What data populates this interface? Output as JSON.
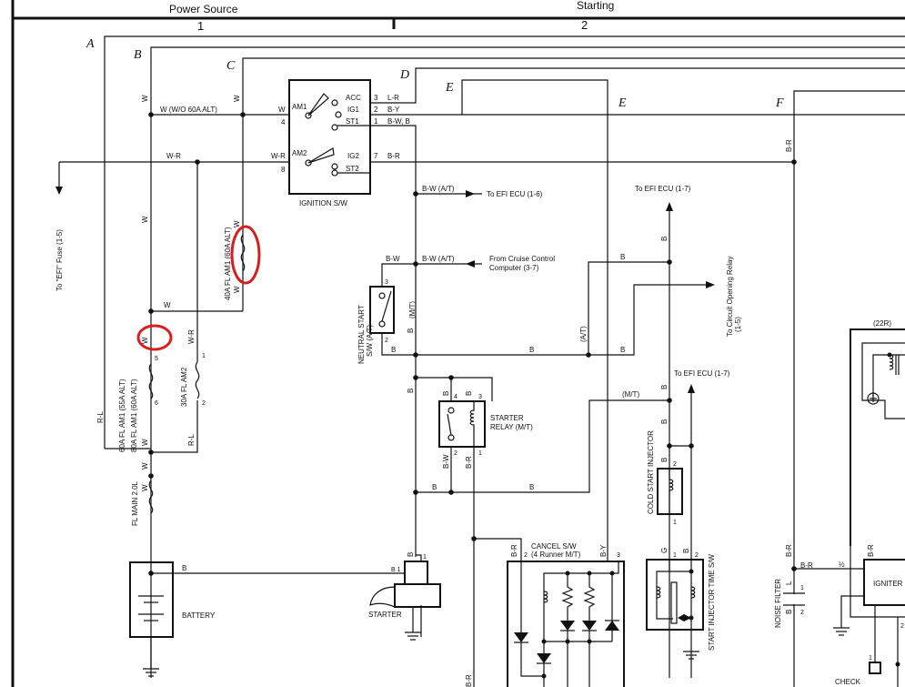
{
  "header": {
    "section_left": "Power Source",
    "section_right": "Starting",
    "column_1": "1",
    "column_2": "2"
  },
  "circuit_letters": [
    "A",
    "B",
    "C",
    "D",
    "E",
    "E",
    "F"
  ],
  "highlight_color": "#d42020",
  "ignition_switch": {
    "title": "IGNITION S/W",
    "am1": "AM1",
    "am2": "AM2",
    "acc": "ACC",
    "ig1": "IG1",
    "st1": "ST1",
    "ig2": "IG2",
    "st2": "ST2",
    "pins": {
      "acc": "3",
      "ig1": "2",
      "st1": "1",
      "ig2": "7",
      "am1": "4",
      "am2": "8"
    },
    "wires": {
      "acc": "L-R",
      "ig1": "B-Y",
      "st1": "B-W, B",
      "ig2": "B-R",
      "am1": "W",
      "am2": "W-R"
    }
  },
  "labels": {
    "w_wo_60a": "W (W/O 60A ALT)",
    "w": "W",
    "wr": "W-R",
    "rl": "R-L",
    "b": "B",
    "br": "B-R",
    "bw": "B-W",
    "by": "B-Y",
    "g": "G",
    "l": "L",
    "to_efi_fuse": "To \"EFI\" Fuse (1-5)",
    "fuse_40a": "40A FL AM1 (60A ALT)",
    "fuse_60a": "60A FL AM1 (55A ALT)",
    "fuse_80a": "80A FL AM1 (60A ALT)",
    "fuse_30a": "30A FL AM2",
    "fuse_main": "FL MAIN 2.0L",
    "battery": "BATTERY",
    "starter": "STARTER",
    "bw_at": "B-W (A/T)",
    "to_efi_ecu_16": "To EFI ECU (1-6)",
    "to_efi_ecu_17": "To EFI ECU (1-7)",
    "from_cruise_1": "From Cruise Control",
    "from_cruise_2": "Computer (3-7)",
    "neutral_start_1": "NEUTRAL START",
    "neutral_start_2": "S/W (A/T)",
    "mt": "(M/T)",
    "at": "(A/T)",
    "to_cor_1": "To Circuit Opening Relay",
    "to_cor_2": "(1-5)",
    "starter_relay_1": "STARTER",
    "starter_relay_2": "RELAY (M/T)",
    "cancel_1": "CANCEL S/W",
    "cancel_2": "(4 Runner M/T)",
    "cold_start": "COLD START INJECTOR",
    "start_time": "START INJECTOR TIME S/W",
    "noise_filter": "NOISE FILTER",
    "igniter": "IGNITER",
    "engine": "(22R)",
    "check": "CHECK",
    "half": "½",
    "pin1": "1",
    "pin2": "2",
    "pin3": "3",
    "pin4": "4",
    "pin5": "5",
    "pin6": "6",
    "b1": "B 1"
  }
}
